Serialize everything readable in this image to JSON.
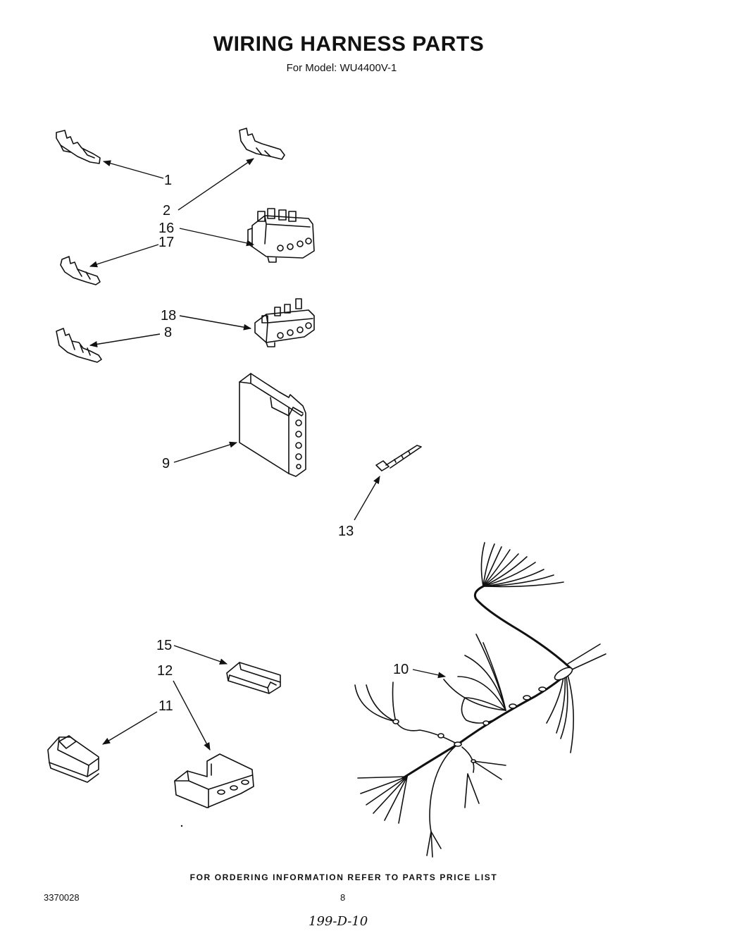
{
  "title": "WIRING HARNESS PARTS",
  "subtitle": "For Model: WU4400V-1",
  "callouts": [
    "1",
    "2",
    "16",
    "17",
    "18",
    "8",
    "9",
    "13",
    "15",
    "12",
    "11",
    "10"
  ],
  "footer_note": "FOR ORDERING INFORMATION REFER TO PARTS PRICE LIST",
  "doc_number": "3370028",
  "page_number": "8",
  "handwritten_code": "199-D-10"
}
